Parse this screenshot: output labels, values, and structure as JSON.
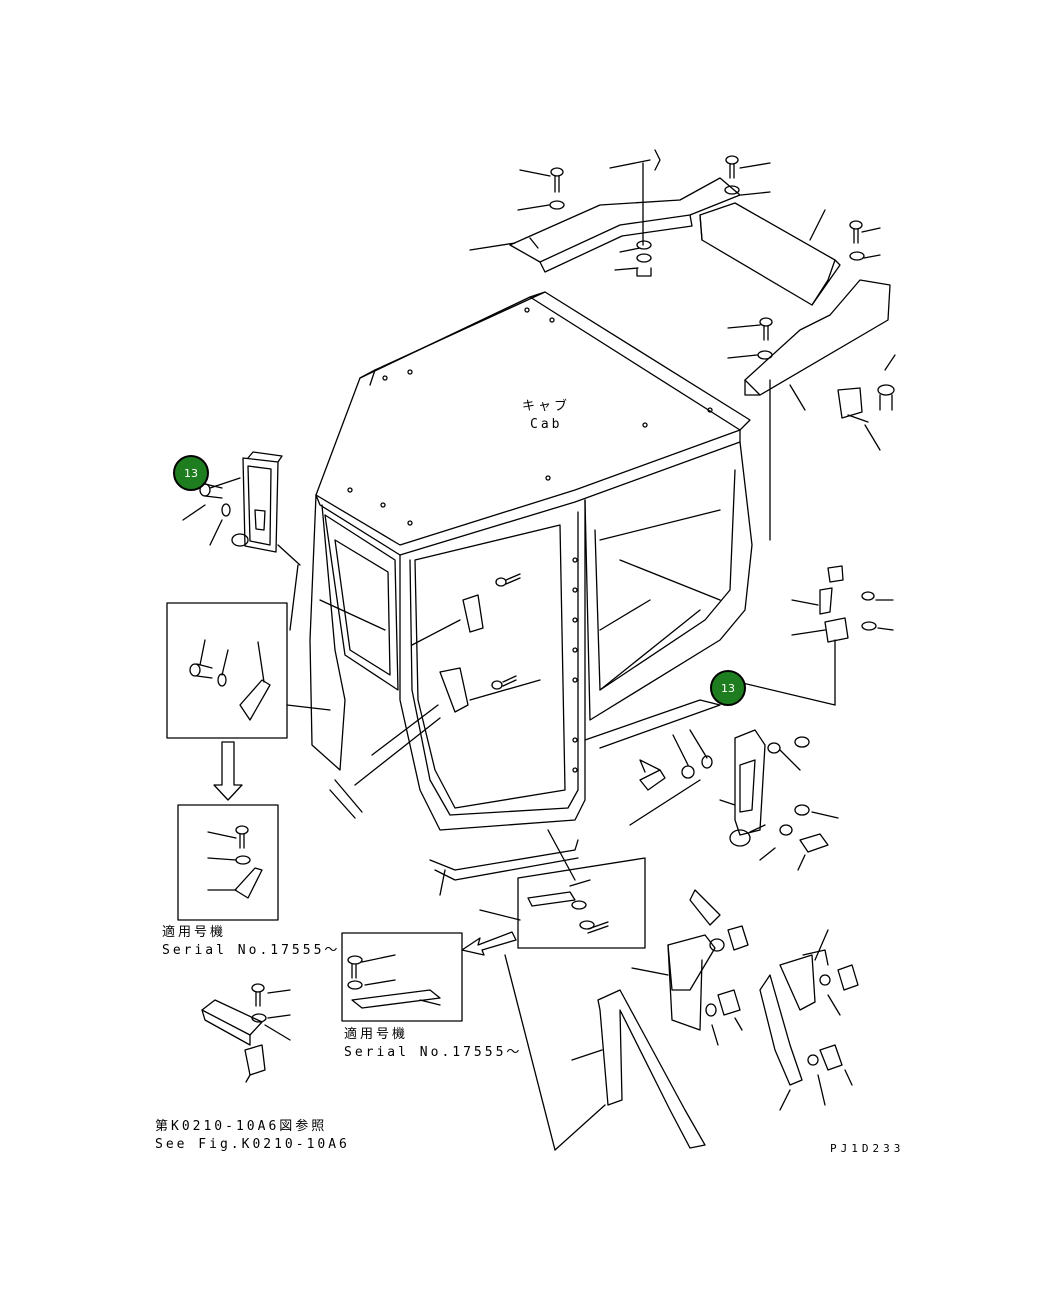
{
  "cab_label_jp": "キャブ",
  "cab_label_en": "Cab",
  "callouts": [
    {
      "label": "13"
    },
    {
      "label": "13"
    }
  ],
  "serial_note_left": {
    "jp": "適用号機",
    "en": "Serial No.17555～"
  },
  "serial_note_center": {
    "jp": "適用号機",
    "en": "Serial No.17555～"
  },
  "reference_note": {
    "jp": "第K0210-10A6図参照",
    "en": "See Fig.K0210-10A6"
  },
  "drawing_code": "PJ1D233",
  "colors": {
    "line": "#000000",
    "callout_fill": "#1e7d1e",
    "background": "#ffffff"
  }
}
